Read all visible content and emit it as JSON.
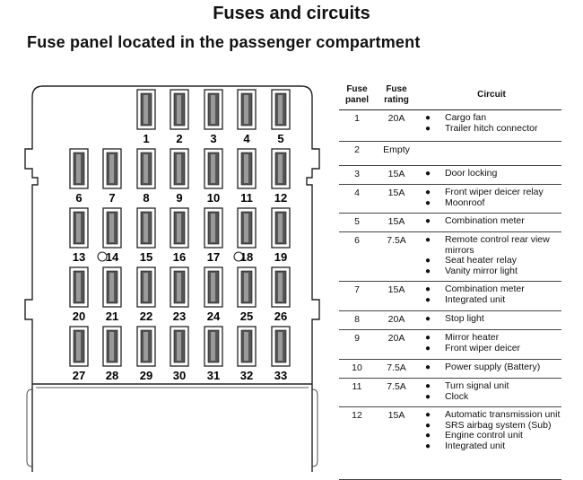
{
  "page": {
    "title": "Fuses and circuits",
    "subtitle": "Fuse panel located in the passenger compartment"
  },
  "panel": {
    "fuses": [
      {
        "num": "1"
      },
      {
        "num": "2"
      },
      {
        "num": "3"
      },
      {
        "num": "4"
      },
      {
        "num": "5"
      },
      {
        "num": "6"
      },
      {
        "num": "7"
      },
      {
        "num": "8"
      },
      {
        "num": "9"
      },
      {
        "num": "10"
      },
      {
        "num": "11"
      },
      {
        "num": "12"
      },
      {
        "num": "13"
      },
      {
        "num": "14"
      },
      {
        "num": "15"
      },
      {
        "num": "16"
      },
      {
        "num": "17"
      },
      {
        "num": "18"
      },
      {
        "num": "19"
      },
      {
        "num": "20"
      },
      {
        "num": "21"
      },
      {
        "num": "22"
      },
      {
        "num": "23"
      },
      {
        "num": "24"
      },
      {
        "num": "25"
      },
      {
        "num": "26"
      },
      {
        "num": "27"
      },
      {
        "num": "28"
      },
      {
        "num": "29"
      },
      {
        "num": "30"
      },
      {
        "num": "31"
      },
      {
        "num": "32"
      },
      {
        "num": "33"
      }
    ]
  },
  "table": {
    "headers": {
      "panel": "Fuse panel",
      "rating": "Fuse rating",
      "circuit": "Circuit"
    },
    "rows": [
      {
        "panel": "1",
        "rating": "20A",
        "circuits": [
          "Cargo fan",
          "Trailer hitch connector"
        ]
      },
      {
        "panel": "2",
        "rating": "Empty",
        "circuits": []
      },
      {
        "panel": "3",
        "rating": "15A",
        "circuits": [
          "Door locking"
        ]
      },
      {
        "panel": "4",
        "rating": "15A",
        "circuits": [
          "Front wiper deicer relay",
          "Moonroof"
        ]
      },
      {
        "panel": "5",
        "rating": "15A",
        "circuits": [
          "Combination meter"
        ]
      },
      {
        "panel": "6",
        "rating": "7.5A",
        "circuits": [
          "Remote control rear view mirrors",
          "Seat heater relay",
          "Vanity mirror light"
        ]
      },
      {
        "panel": "7",
        "rating": "15A",
        "circuits": [
          "Combination meter",
          "Integrated unit"
        ]
      },
      {
        "panel": "8",
        "rating": "20A",
        "circuits": [
          "Stop light"
        ]
      },
      {
        "panel": "9",
        "rating": "20A",
        "circuits": [
          "Mirror heater",
          "Front wiper deicer"
        ]
      },
      {
        "panel": "10",
        "rating": "7.5A",
        "circuits": [
          "Power supply (Battery)"
        ]
      },
      {
        "panel": "11",
        "rating": "7.5A",
        "circuits": [
          "Turn signal unit",
          "Clock"
        ]
      },
      {
        "panel": "12",
        "rating": "15A",
        "circuits": [
          "Automatic transmission unit",
          "SRS airbag system (Sub)",
          "Engine control unit",
          "Integrated unit"
        ]
      }
    ]
  }
}
